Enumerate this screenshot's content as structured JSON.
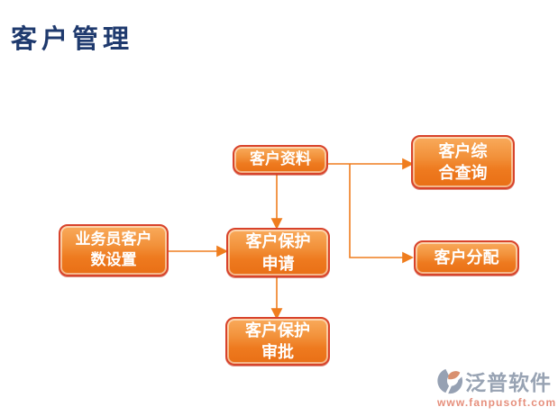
{
  "page": {
    "title": "客户管理",
    "title_color": "#1F3A6E",
    "background": "#FFFFFF"
  },
  "diagram": {
    "nodes": [
      {
        "id": "customer-data",
        "label": "客户资料",
        "lines": [
          "客户资料"
        ]
      },
      {
        "id": "customer-comprehensive-query",
        "label": "客户综合查询",
        "lines": [
          "客户综",
          "合查询"
        ]
      },
      {
        "id": "salesman-customer-count-setting",
        "label": "业务员客户数设置",
        "lines": [
          "业务员客户",
          "数设置"
        ]
      },
      {
        "id": "customer-protection-application",
        "label": "客户保护申请",
        "lines": [
          "客户保护",
          "申请"
        ]
      },
      {
        "id": "customer-allocation",
        "label": "客户分配",
        "lines": [
          "客户分配"
        ]
      },
      {
        "id": "customer-protection-approval",
        "label": "客户保护审批",
        "lines": [
          "客户保护",
          "审批"
        ]
      }
    ],
    "edges": [
      {
        "from": "customer-data",
        "to": "customer-comprehensive-query"
      },
      {
        "from": "customer-data",
        "to": "customer-allocation"
      },
      {
        "from": "customer-data",
        "to": "customer-protection-application"
      },
      {
        "from": "salesman-customer-count-setting",
        "to": "customer-protection-application"
      },
      {
        "from": "customer-protection-application",
        "to": "customer-protection-approval"
      }
    ],
    "colors": {
      "node_fill_top": "#F9AB5C",
      "node_fill_bottom": "#E96F15",
      "node_border": "#D8432B",
      "node_text": "#FFFFFF",
      "connector": "#EF7D1E"
    }
  },
  "footer_logo": {
    "brand_text": "泛普软件",
    "website": "www.fanpusoft.com",
    "brand_color": "#98A3B3",
    "website_color": "#E68F7C",
    "icon_gray": "#96A1B3",
    "icon_salmon": "#D9906F"
  }
}
